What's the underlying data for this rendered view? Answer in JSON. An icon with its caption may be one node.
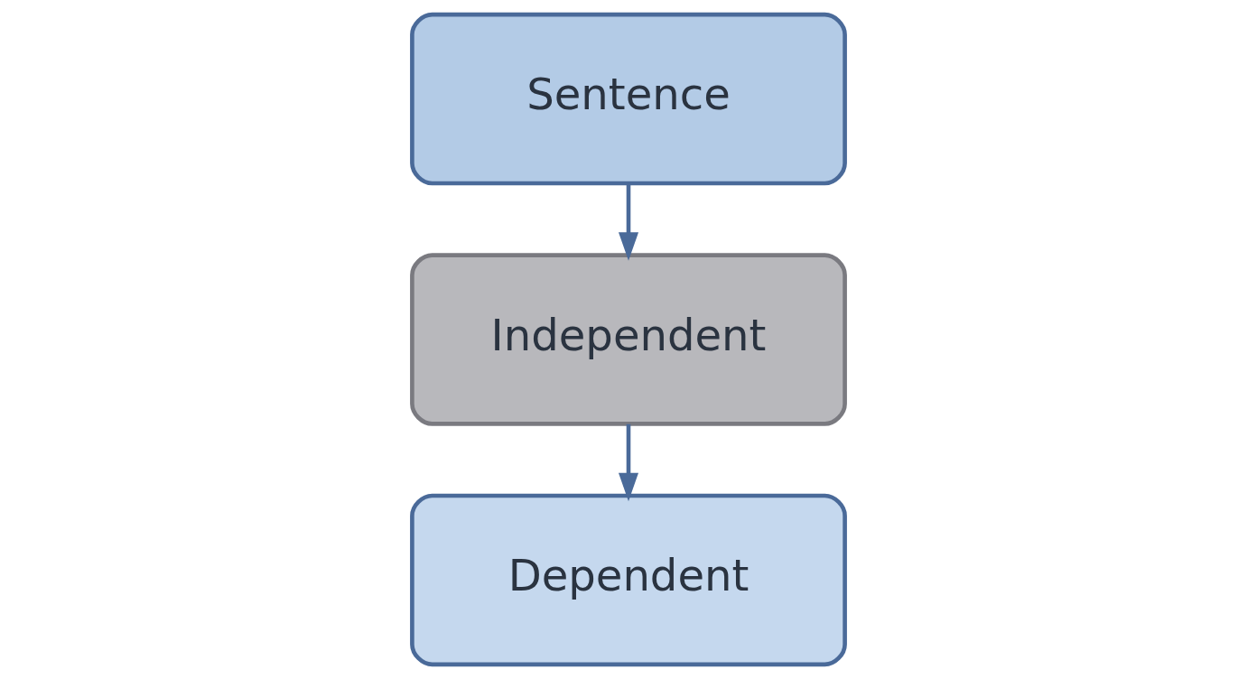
{
  "diagram": {
    "nodes": [
      {
        "text": [
          "Sentence"
        ]
      },
      {
        "text": [
          "Independent"
        ]
      },
      {
        "text": [
          "Dependent"
        ]
      }
    ],
    "edges": [
      {
        "from": 0,
        "to": 1,
        "arrow": "to"
      },
      {
        "from": 1,
        "to": 2,
        "arrow": "to"
      }
    ]
  }
}
